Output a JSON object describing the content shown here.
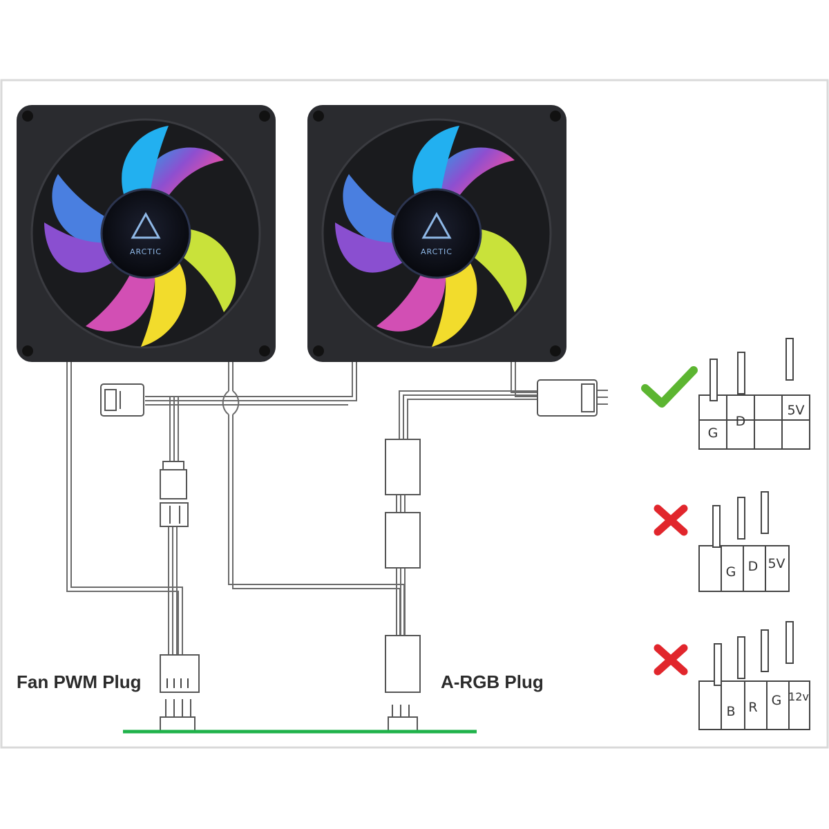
{
  "fans": [
    {
      "brand": "ARCTIC"
    },
    {
      "brand": "ARCTIC"
    }
  ],
  "labels": {
    "pwm_plug": "Fan PWM Plug",
    "argb_plug": "A-RGB Plug"
  },
  "headers": [
    {
      "status": "correct",
      "status_icon": "check-icon",
      "status_color": "#5cb531",
      "pins": [
        "G",
        "D",
        "",
        "5V"
      ]
    },
    {
      "status": "wrong",
      "status_icon": "cross-icon",
      "status_color": "#e1262c",
      "pins": [
        "G",
        "D",
        "5V"
      ]
    },
    {
      "status": "wrong",
      "status_icon": "cross-icon",
      "status_color": "#e1262c",
      "pins": [
        "B",
        "R",
        "G",
        "12v"
      ]
    }
  ],
  "colors": {
    "board": "#1fb24a",
    "fan_frame": "#2a2b2f",
    "hub": "#101218",
    "logo": "#8fb8e6"
  }
}
